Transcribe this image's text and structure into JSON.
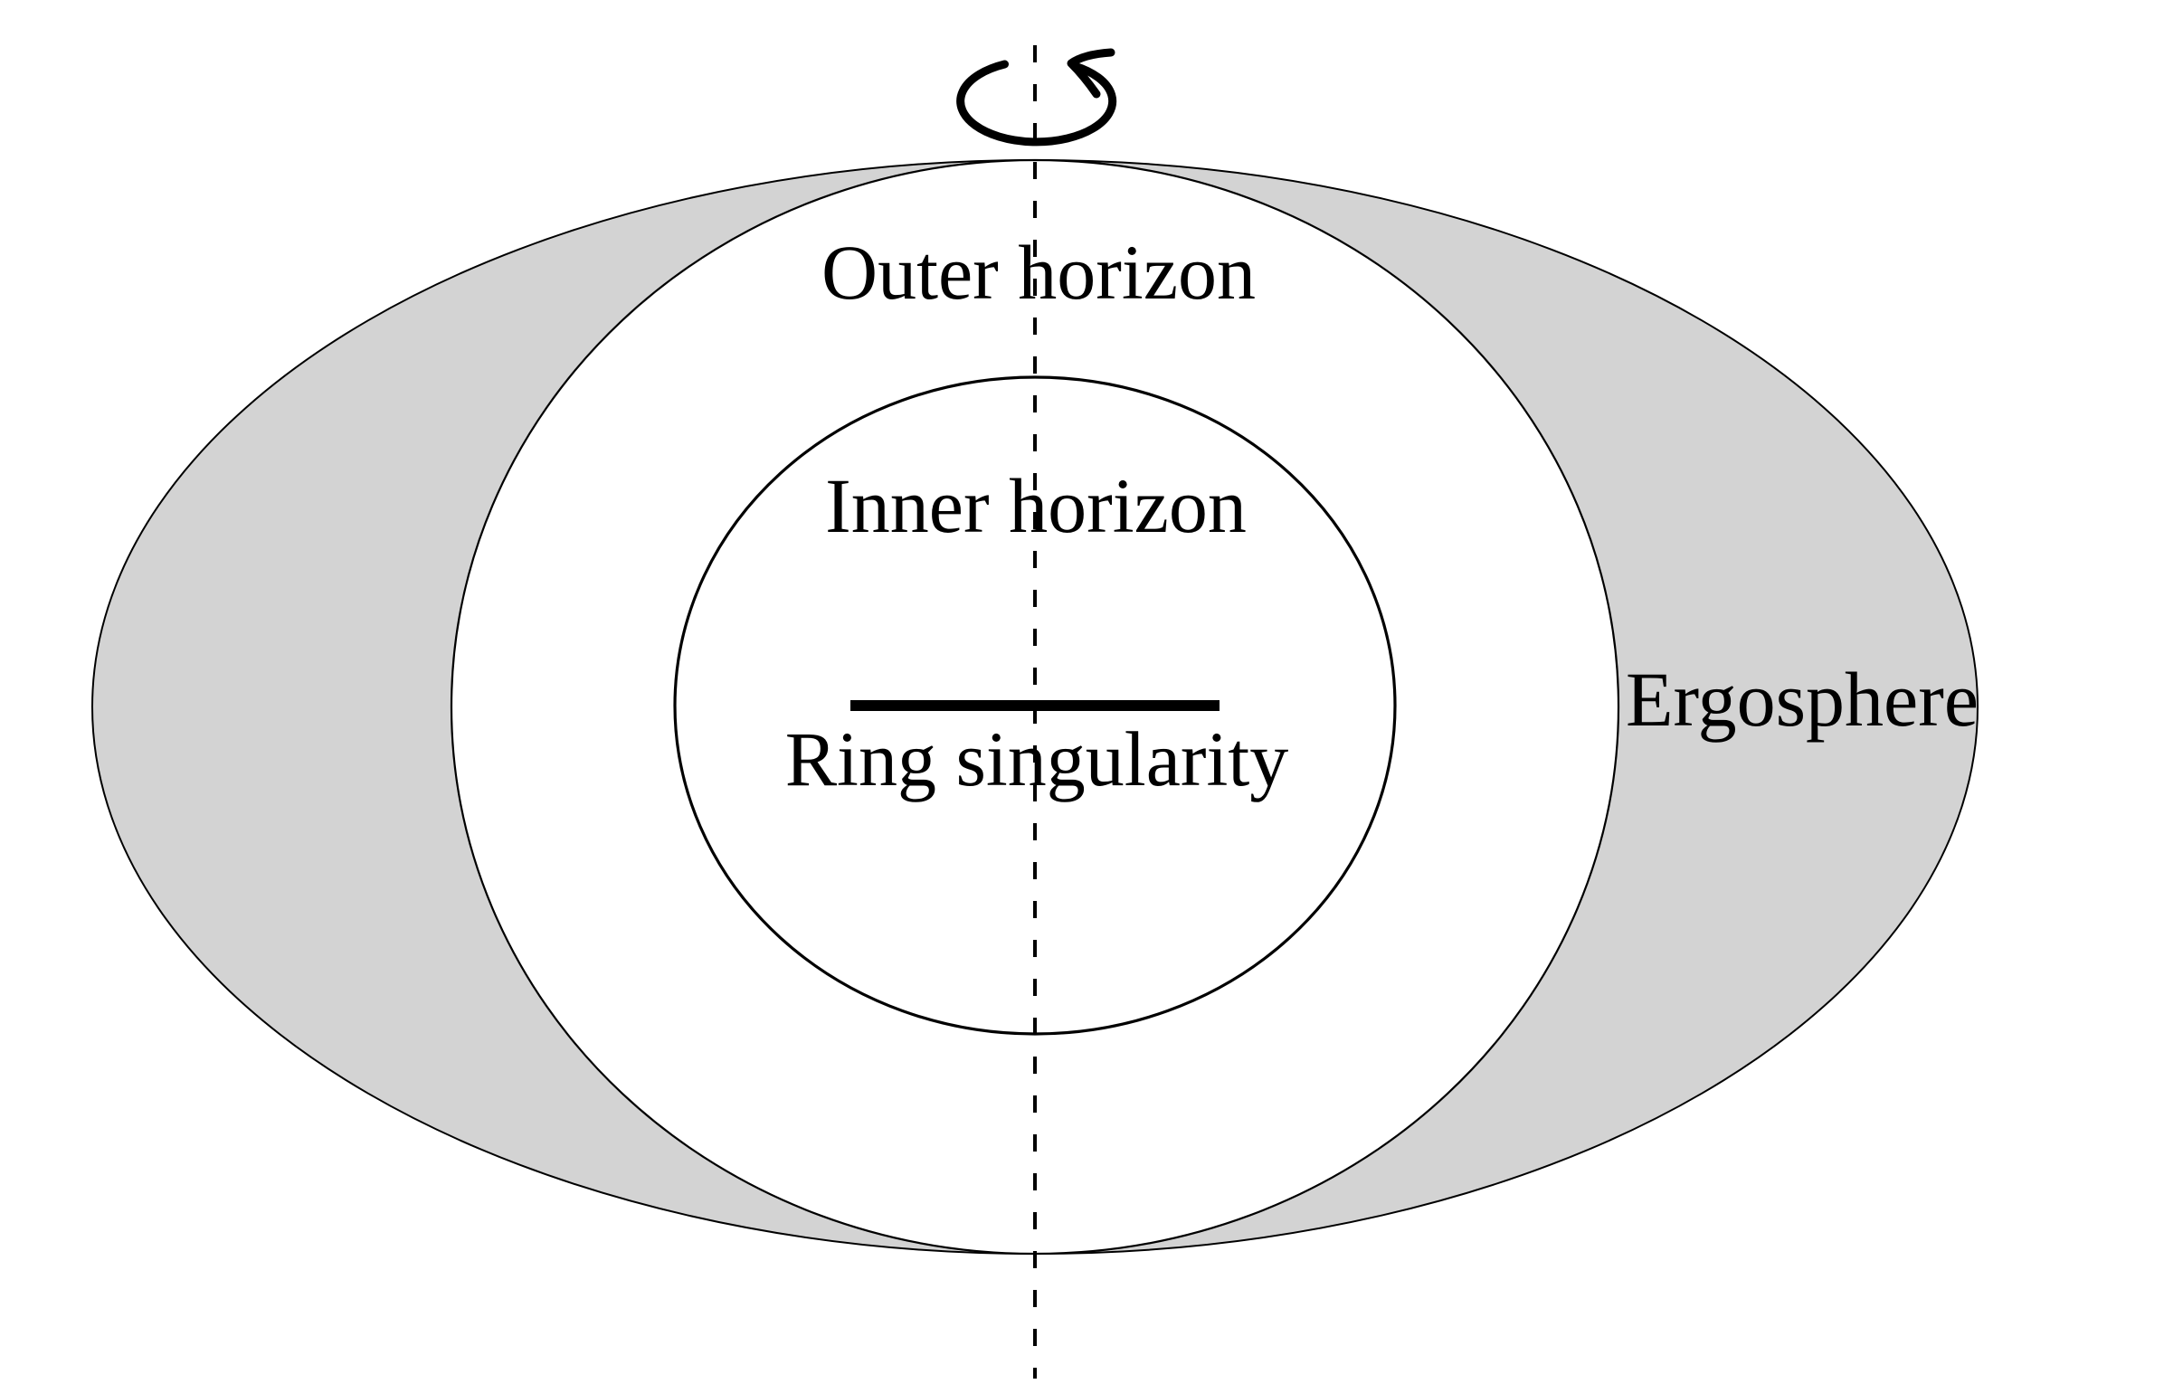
{
  "labels": {
    "outer_horizon": "Outer horizon",
    "inner_horizon": "Inner horizon",
    "ring_singularity": "Ring singularity",
    "ergosphere": "Ergosphere"
  },
  "icons": {
    "rotation_arrow": "counterclockwise-rotation-arrow",
    "rotation_axis": "dashed-rotation-axis"
  },
  "colors": {
    "background": "#ffffff",
    "ergosphere_fill": "#d3d3d3",
    "horizon_fill": "#ffffff",
    "stroke": "#000000",
    "text": "#000000"
  }
}
